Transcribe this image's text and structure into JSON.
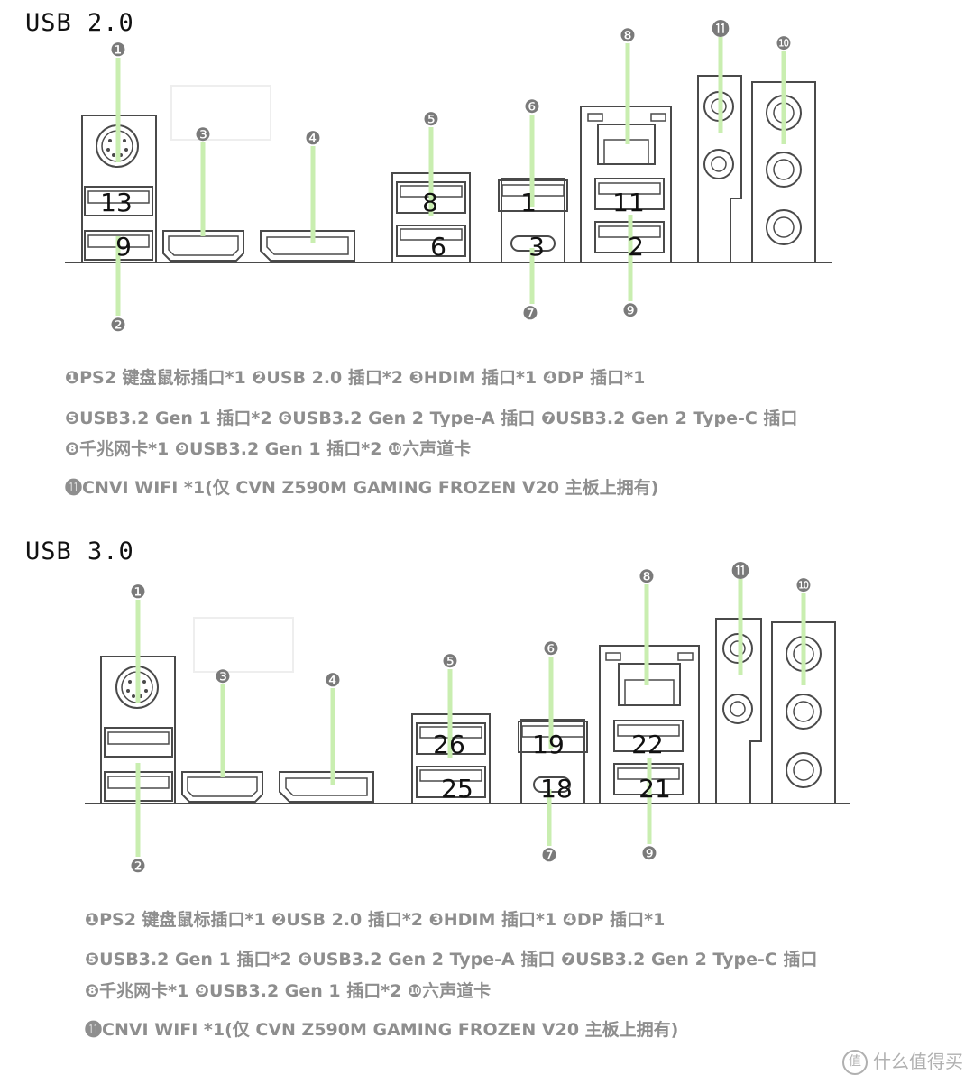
{
  "sections": [
    {
      "title": "USB 2.0",
      "callout_labels": [
        "❶",
        "❷",
        "❸",
        "❹",
        "❺",
        "❻",
        "❼",
        "❽",
        "❾",
        "❿",
        "⓫"
      ],
      "port_numbers": {
        "ps2_top": "13",
        "ps2_bottom": "9",
        "usb5_top": "8",
        "usb5_bottom": "6",
        "usb6": "1",
        "usbc7": "3",
        "lan_top": "11",
        "lan_bottom": "2"
      },
      "legend": [
        "❶PS2 键盘鼠标插口*1  ❷USB 2.0 插口*2  ❸HDIM 插口*1 ❹DP 插口*1",
        "❺USB3.2 Gen 1 插口*2 ❻USB3.2 Gen 2 Type-A 插口 ❼USB3.2 Gen 2 Type-C 插口",
        "❽千兆网卡*1  ❾USB3.2 Gen 1 插口*2  ❿六声道卡",
        "⓫CNVI WIFI *1(仅 CVN Z590M GAMING FROZEN V20  主板上拥有)"
      ]
    },
    {
      "title": "USB 3.0",
      "callout_labels": [
        "❶",
        "❷",
        "❸",
        "❹",
        "❺",
        "❻",
        "❼",
        "❽",
        "❾",
        "❿",
        "⓫"
      ],
      "port_numbers": {
        "ps2_top": "",
        "ps2_bottom": "",
        "usb5_top": "26",
        "usb5_bottom": "25",
        "usb6": "19",
        "usbc7": "18",
        "lan_top": "22",
        "lan_bottom": "21"
      },
      "legend": [
        "❶PS2 键盘鼠标插口*1  ❷USB 2.0 插口*2  ❸HDIM 插口*1 ❹DP 插口*1",
        "❺USB3.2 Gen 1 插口*2 ❻USB3.2 Gen 2 Type-A 插口 ❼USB3.2 Gen 2 Type-C 插口",
        "❽千兆网卡*1  ❾USB3.2 Gen 1 插口*2  ❿六声道卡",
        "⓫CNVI WIFI *1(仅 CVN Z590M GAMING FROZEN V20  主板上拥有)"
      ]
    }
  ],
  "watermark": "什么值得买",
  "watermark_icon": "值",
  "colors": {
    "callout_line": "#c9eeb0",
    "callout_dot": "#8a8a8a",
    "port_stroke": "#4a4a4a",
    "legend_text": "#8e8e8e"
  }
}
